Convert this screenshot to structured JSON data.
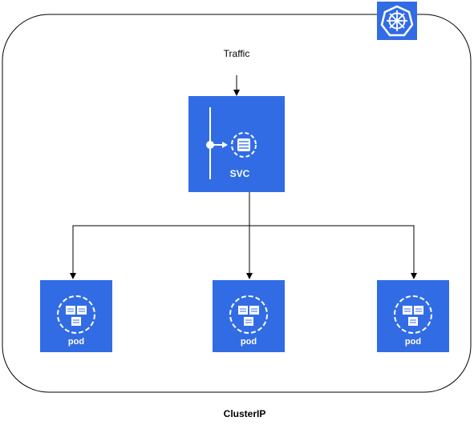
{
  "diagram": {
    "traffic_label": "Traffic",
    "service": {
      "label": "SVC",
      "color": "#326CE5"
    },
    "pods": [
      {
        "label": "pod"
      },
      {
        "label": "pod"
      },
      {
        "label": "pod"
      }
    ],
    "footer_label": "ClusterIP",
    "logo_icon": "kubernetes-helm-icon",
    "logo_color": "#326CE5"
  }
}
